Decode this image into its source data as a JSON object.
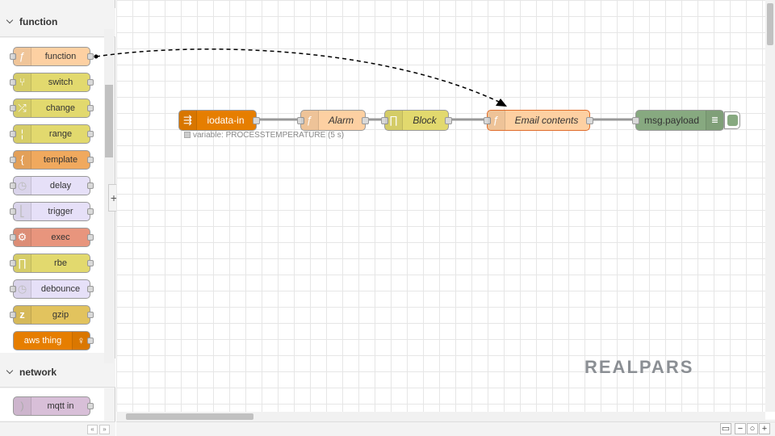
{
  "palette": {
    "categories": [
      {
        "label": "function",
        "nodes": [
          {
            "label": "function",
            "icon": "function-icon",
            "color": "#fdd0a2"
          },
          {
            "label": "switch",
            "icon": "switch-icon",
            "color": "#e2d96e"
          },
          {
            "label": "change",
            "icon": "change-icon",
            "color": "#e2d96e"
          },
          {
            "label": "range",
            "icon": "range-icon",
            "color": "#e2d96e"
          },
          {
            "label": "template",
            "icon": "template-icon",
            "color": "#f0a95e"
          },
          {
            "label": "delay",
            "icon": "delay-icon",
            "color": "#e6e0f8"
          },
          {
            "label": "trigger",
            "icon": "trigger-icon",
            "color": "#e6e0f8"
          },
          {
            "label": "exec",
            "icon": "exec-icon",
            "color": "#e8957d"
          },
          {
            "label": "rbe",
            "icon": "rbe-icon",
            "color": "#e2d96e"
          },
          {
            "label": "debounce",
            "icon": "debounce-icon",
            "color": "#e6e0f8"
          },
          {
            "label": "gzip",
            "icon": "gzip-icon",
            "color": "#e2c35e"
          },
          {
            "label": "aws thing",
            "icon": "lightbulb-icon",
            "color": "#e67e00"
          }
        ]
      },
      {
        "label": "network",
        "nodes": [
          {
            "label": "mqtt in",
            "icon": "mqtt-icon",
            "color": "#d8bfd8"
          }
        ]
      }
    ],
    "footer": {
      "collapse_all": "«",
      "expand_all": "»"
    },
    "expand_toggle": "+"
  },
  "flow": {
    "nodes": [
      {
        "label": "iodata-in",
        "icon": "iodata-icon",
        "color": "#e67e00",
        "italic": false
      },
      {
        "label": "Alarm",
        "icon": "function-icon",
        "color": "#fdd0a2",
        "italic": true
      },
      {
        "label": "Block",
        "icon": "rbe-icon",
        "color": "#e2d96e",
        "italic": true
      },
      {
        "label": "Email contents",
        "icon": "function-icon",
        "color": "#fdd0a2",
        "italic": true
      },
      {
        "label": "msg.payload",
        "icon": "debug-icon",
        "color": "#87a980",
        "italic": false
      }
    ],
    "status": "variable: PROCESSTEMPERATURE (5 s)"
  },
  "zoom_controls": {
    "map": "▭",
    "zoom_out": "−",
    "reset": "○",
    "zoom_in": "+"
  },
  "watermark": "REALPARS"
}
